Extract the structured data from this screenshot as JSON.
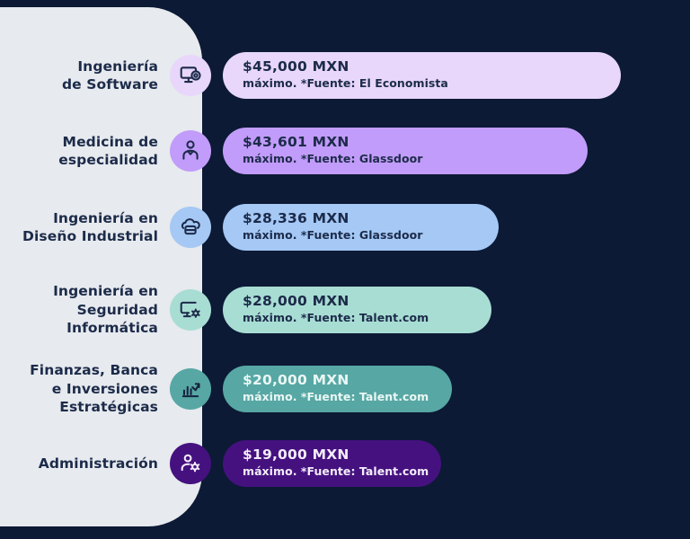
{
  "colors": {
    "background": "#0c1a35",
    "panel": "#e7eaee",
    "label_text": "#1c2b4a"
  },
  "chart_data": {
    "type": "bar",
    "title": "",
    "subtitle": "",
    "xlabel": "",
    "ylabel": "",
    "unit": "MXN",
    "orientation": "horizontal",
    "grid": false,
    "legend": "none",
    "xlim": [
      0,
      45000
    ],
    "categories": [
      "Ingeniería de Software",
      "Medicina de especialidad",
      "Ingeniería en Diseño Industrial",
      "Ingeniería en Seguridad Informática",
      "Finanzas, Banca e Inversiones Estratégicas",
      "Administración"
    ],
    "values": [
      45000,
      43601,
      28336,
      28000,
      20000,
      19000
    ],
    "value_labels": [
      "$45,000 MXN",
      "$43,601 MXN",
      "$28,336 MXN",
      "$28,000 MXN",
      "$20,000 MXN",
      "$19,000 MXN"
    ],
    "annotations": [
      "máximo. *Fuente: El Economista",
      "máximo. *Fuente: Glassdoor",
      "máximo. *Fuente: Glassdoor",
      "máximo. *Fuente: Talent.com",
      "máximo. *Fuente: Talent.com",
      "máximo. *Fuente: Talent.com"
    ],
    "bar_colors": [
      "#e8d7fa",
      "#c29cfa",
      "#a5c8f5",
      "#a8ddd4",
      "#57a7a4",
      "#45117f"
    ]
  },
  "rows": [
    {
      "label": "Ingeniería\nde Software",
      "amount": "$45,000 MXN",
      "source": "máximo. *Fuente: El Economista",
      "value": 45000,
      "bar_color": "#e8d7fa",
      "text_color": "#1c2b4a",
      "icon_bg": "#e8d7fa",
      "icon_fg": "#1c2b4a",
      "icon": "monitor-presentation-icon"
    },
    {
      "label": "Medicina de\nespecialidad",
      "amount": "$43,601 MXN",
      "source": "máximo. *Fuente: Glassdoor",
      "value": 43601,
      "bar_color": "#c29cfa",
      "text_color": "#1c2b4a",
      "icon_bg": "#c29cfa",
      "icon_fg": "#1c2b4a",
      "icon": "doctor-icon"
    },
    {
      "label": "Ingeniería en\nDiseño Industrial",
      "amount": "$28,336 MXN",
      "source": "máximo. *Fuente: Glassdoor",
      "value": 28336,
      "bar_color": "#a5c8f5",
      "text_color": "#1c2b4a",
      "icon_bg": "#a5c8f5",
      "icon_fg": "#1c2b4a",
      "icon": "cloud-server-icon"
    },
    {
      "label": "Ingeniería en\nSeguridad\nInformática",
      "amount": "$28,000 MXN",
      "source": "máximo. *Fuente: Talent.com",
      "value": 28000,
      "bar_color": "#a8ddd4",
      "text_color": "#1c2b4a",
      "icon_bg": "#a8ddd4",
      "icon_fg": "#1c2b4a",
      "icon": "monitor-gear-icon"
    },
    {
      "label": "Finanzas, Banca\ne Inversiones\nEstratégicas",
      "amount": "$20,000 MXN",
      "source": "máximo. *Fuente: Talent.com",
      "value": 20000,
      "bar_color": "#57a7a4",
      "text_color": "#e9f7f4",
      "icon_bg": "#57a7a4",
      "icon_fg": "#15233d",
      "icon": "growth-chart-icon"
    },
    {
      "label": "Administración",
      "amount": "$19,000 MXN",
      "source": "máximo. *Fuente: Talent.com",
      "value": 19000,
      "bar_color": "#45117f",
      "text_color": "#f3ecfb",
      "icon_bg": "#45117f",
      "icon_fg": "#f3ecfb",
      "icon": "user-gear-icon"
    }
  ]
}
